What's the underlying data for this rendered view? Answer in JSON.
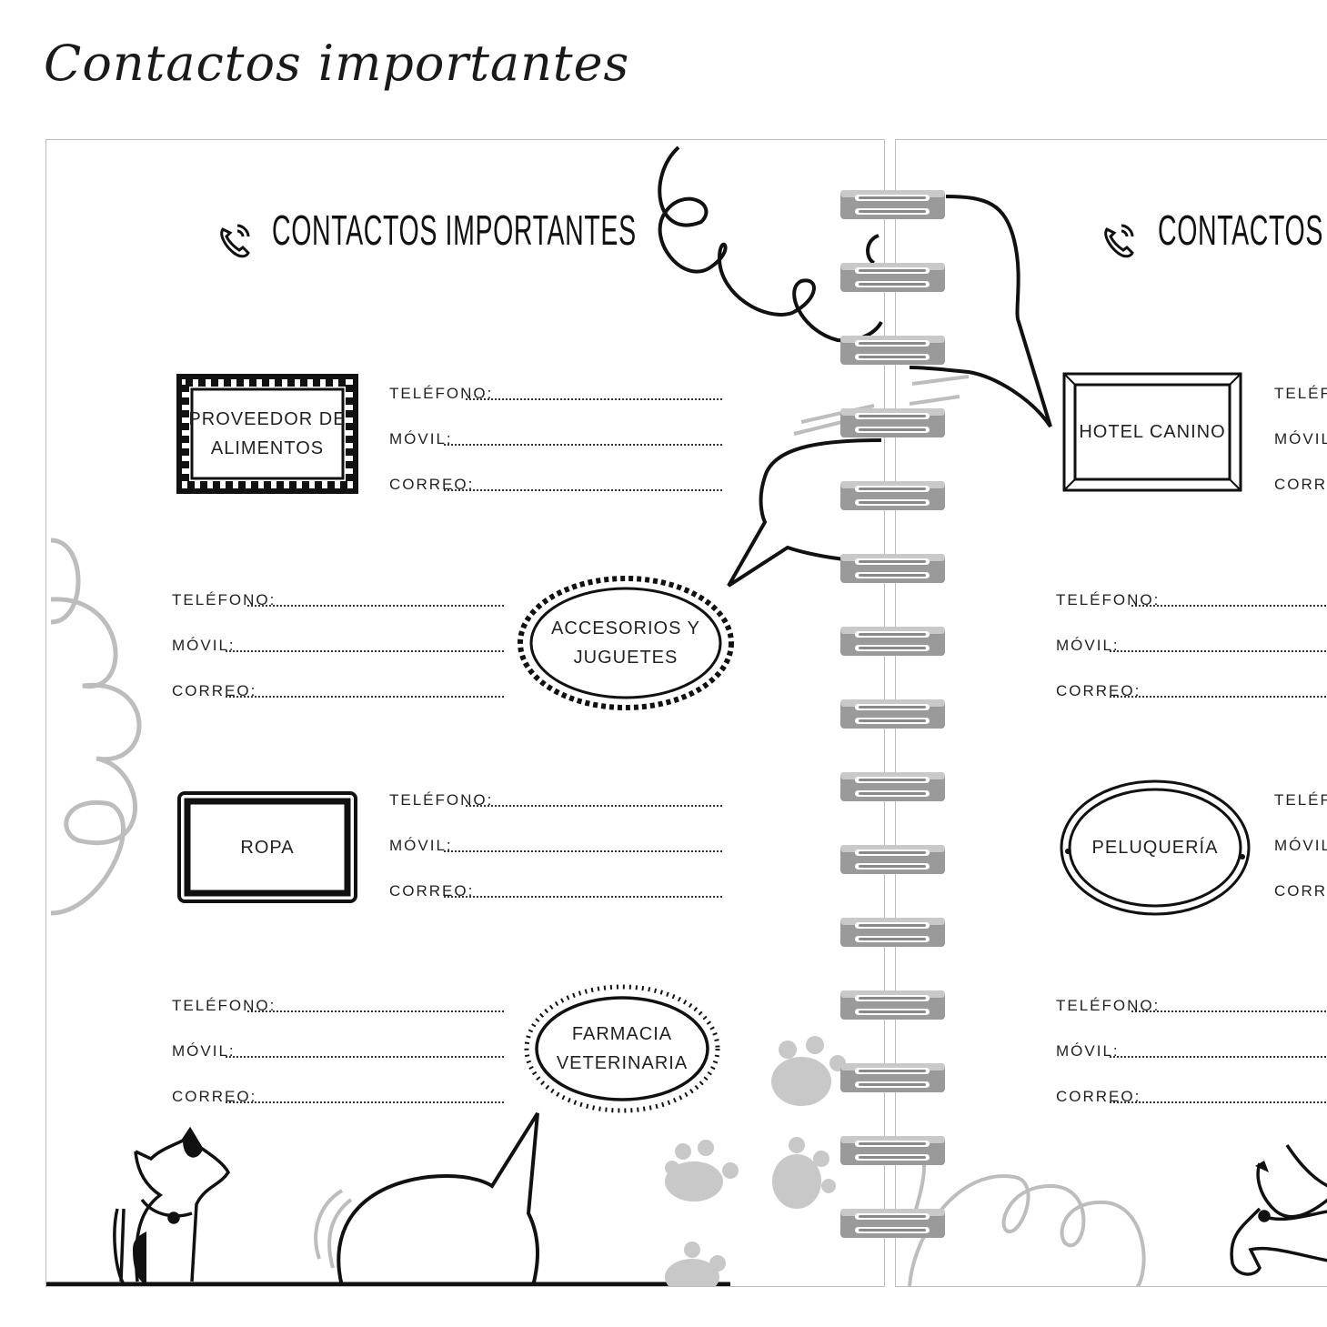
{
  "page_title": "Contactos importantes",
  "left_page": {
    "header": "CONTACTOS IMPORTANTES",
    "contacts": [
      {
        "category": "PROVEEDOR DE\nALIMENTOS",
        "fields": [
          {
            "label": "TELÉFONO:"
          },
          {
            "label": "MÓVIL:"
          },
          {
            "label": "CORREO:"
          }
        ]
      },
      {
        "category": "ACCESORIOS Y\nJUGUETES",
        "fields": [
          {
            "label": "TELÉFONO:"
          },
          {
            "label": "MÓVIL:"
          },
          {
            "label": "CORREO:"
          }
        ]
      },
      {
        "category": "ROPA",
        "fields": [
          {
            "label": "TELÉFONO:"
          },
          {
            "label": "MÓVIL:"
          },
          {
            "label": "CORREO:"
          }
        ]
      },
      {
        "category": "FARMACIA\nVETERINARIA",
        "fields": [
          {
            "label": "TELÉFONO:"
          },
          {
            "label": "MÓVIL:"
          },
          {
            "label": "CORREO:"
          }
        ]
      }
    ]
  },
  "right_page": {
    "header": "CONTACTOS",
    "contacts": [
      {
        "category": "HOTEL CANINO",
        "fields": [
          {
            "label": "TELÉFONO:"
          },
          {
            "label": "MÓVIL:"
          },
          {
            "label": "CORREO:"
          }
        ]
      },
      {
        "category": "",
        "fields": [
          {
            "label": "TELÉFONO:"
          },
          {
            "label": "MÓVIL:"
          },
          {
            "label": "CORREO:"
          }
        ]
      },
      {
        "category": "PELUQUERÍA",
        "fields": [
          {
            "label": "TELÉFONO:"
          },
          {
            "label": "MÓVIL:"
          },
          {
            "label": "CORREO:"
          }
        ]
      },
      {
        "category": "",
        "fields": [
          {
            "label": "TELÉFONO:"
          },
          {
            "label": "MÓVIL:"
          },
          {
            "label": "CORREO:"
          }
        ]
      }
    ]
  },
  "icons": {
    "header_icon": "phone-ringing-icon",
    "spiral": "spiral-binding-ring",
    "mascots": [
      "dog-icon",
      "paw-print-icon"
    ]
  },
  "colors": {
    "ink": "#111111",
    "decor_gray": "#bdbdbd",
    "paw_gray": "#c8c8c8",
    "ring_metal": "#9a9a9a"
  }
}
